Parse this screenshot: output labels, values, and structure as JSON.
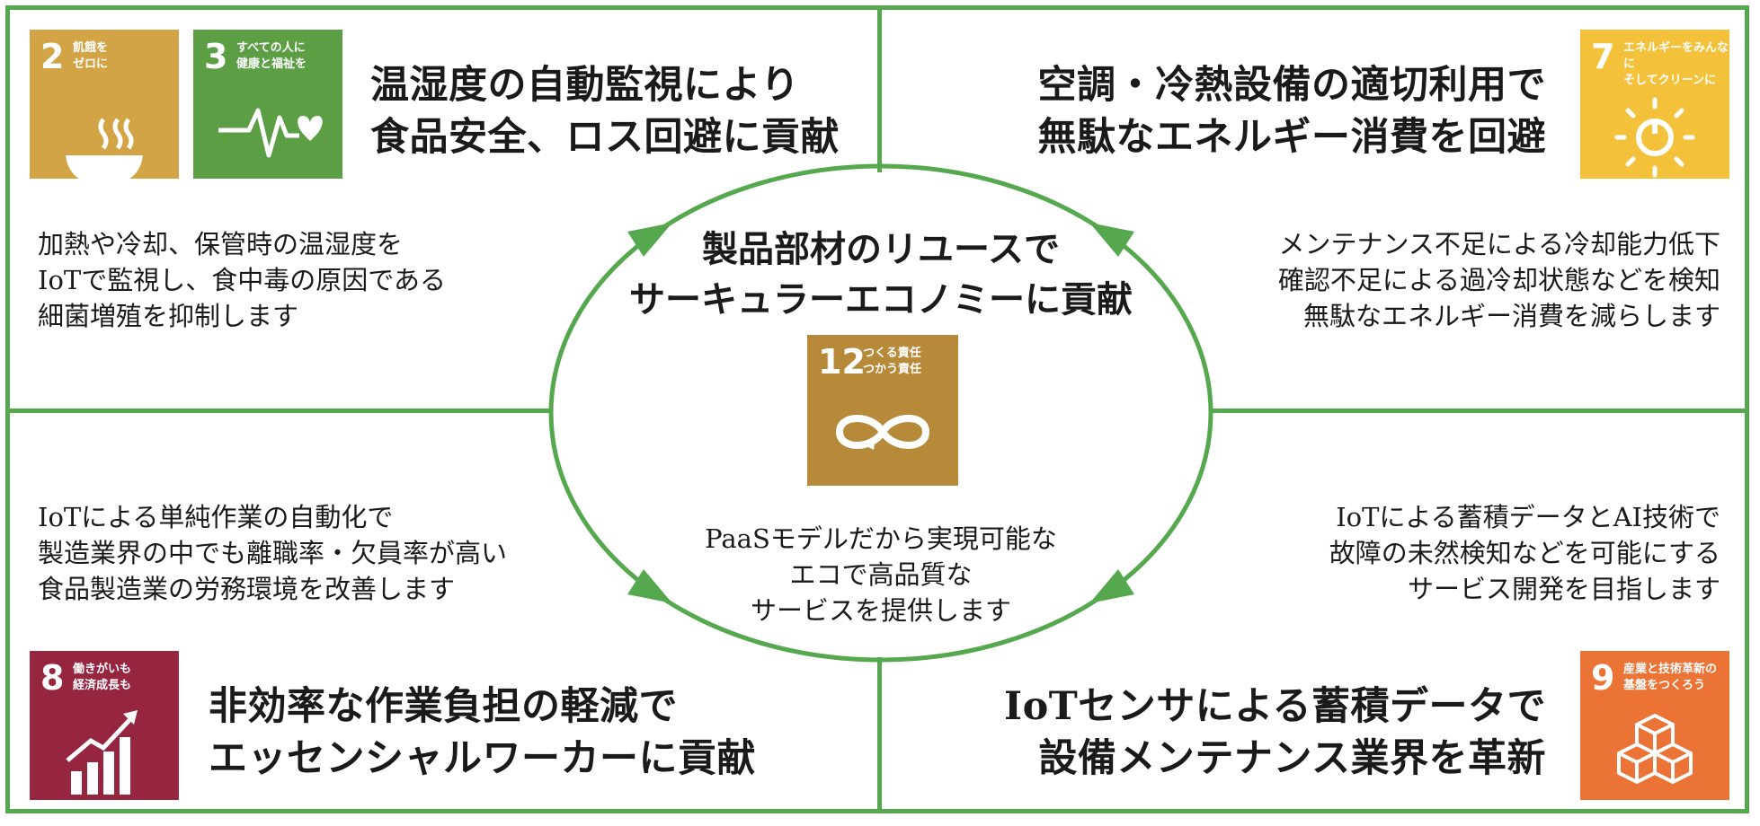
{
  "colors": {
    "frame": "#56a84f",
    "sdg2": "#d2a445",
    "sdg3": "#5b9e44",
    "sdg7": "#f4c13b",
    "sdg8": "#962540",
    "sdg9": "#ec7336",
    "sdg12": "#b68a38"
  },
  "center": {
    "title_line1": "製品部材のリユースで",
    "title_line2": "サーキュラーエコノミーに貢献",
    "body_line1": "PaaSモデルだから実現可能な",
    "body_line2": "エコで高品質な",
    "body_line3": "サービスを提供します",
    "sdg12": {
      "number": "12",
      "caption": "つくる責任\nつかう責任",
      "icon": "infinity-arrow-icon"
    }
  },
  "top_left": {
    "headline_line1": "温湿度の自動監視により",
    "headline_line2": "食品安全、ロス回避に貢献",
    "body_line1": "加熱や冷却、保管時の温湿度を",
    "body_line2": "IoTで監視し、食中毒の原因である",
    "body_line3": "細菌増殖を抑制します",
    "sdg2": {
      "number": "2",
      "caption": "飢餓を\nゼロに",
      "icon": "bowl-icon"
    },
    "sdg3": {
      "number": "3",
      "caption": "すべての人に\n健康と福祉を",
      "icon": "heartbeat-icon"
    }
  },
  "top_right": {
    "headline_line1": "空調・冷熱設備の適切利用で",
    "headline_line2": "無駄なエネルギー消費を回避",
    "body_line1": "メンテナンス不足による冷却能力低下",
    "body_line2": "確認不足による過冷却状態などを検知",
    "body_line3": "無駄なエネルギー消費を減らします",
    "sdg7": {
      "number": "7",
      "caption": "エネルギーをみんなに\nそしてクリーンに",
      "icon": "sun-power-icon"
    }
  },
  "bottom_left": {
    "headline_line1": "非効率な作業負担の軽減で",
    "headline_line2": "エッセンシャルワーカーに貢献",
    "body_line1": "IoTによる単純作業の自動化で",
    "body_line2": "製造業界の中でも離職率・欠員率が高い",
    "body_line3": "食品製造業の労務環境を改善します",
    "sdg8": {
      "number": "8",
      "caption": "働きがいも\n経済成長も",
      "icon": "growth-chart-icon"
    }
  },
  "bottom_right": {
    "headline_line1": "IoTセンサによる蓄積データで",
    "headline_line2": "設備メンテナンス業界を革新",
    "body_line1": "IoTによる蓄積データとAI技術で",
    "body_line2": "故障の未然検知などを可能にする",
    "body_line3": "サービス開発を目指します",
    "sdg9": {
      "number": "9",
      "caption": "産業と技術革新の\n基盤をつくろう",
      "icon": "cubes-icon"
    }
  }
}
